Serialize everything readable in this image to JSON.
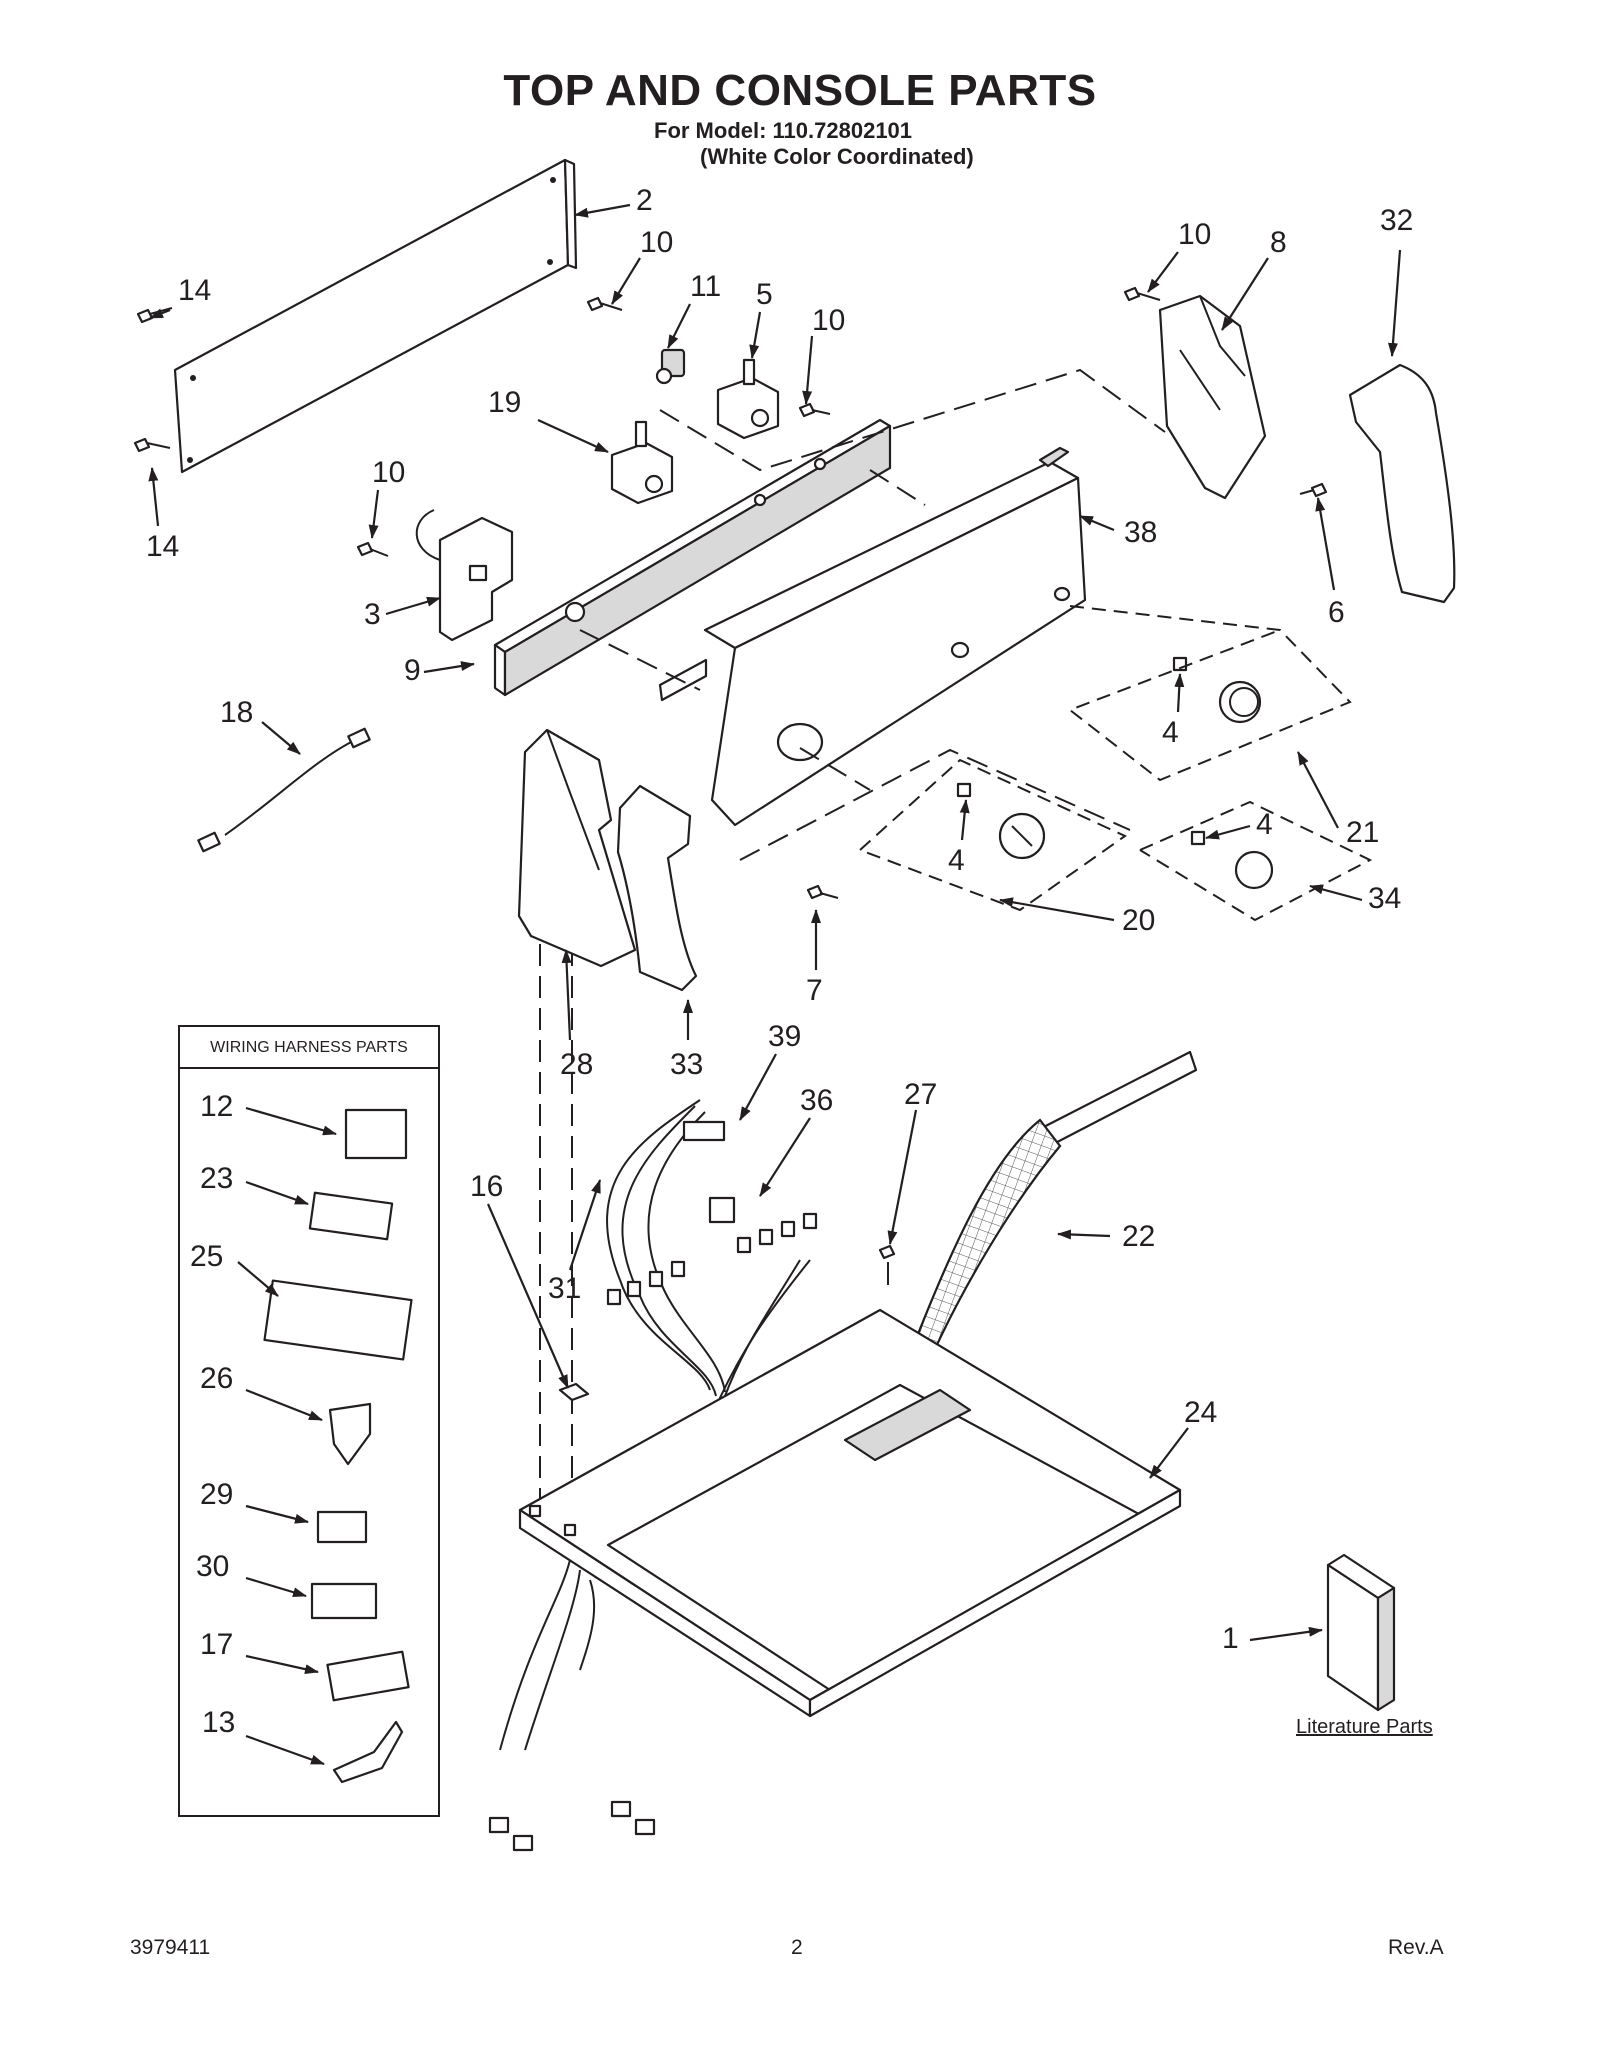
{
  "page": {
    "title": "TOP AND CONSOLE PARTS",
    "model_line": "For Model: 110.72802101",
    "color_line": "(White Color Coordinated)"
  },
  "harness_box": {
    "title": "WIRING HARNESS PARTS",
    "part_numbers": [
      "12",
      "23",
      "25",
      "26",
      "29",
      "30",
      "17",
      "13"
    ]
  },
  "literature": {
    "label": "Literature Parts",
    "part_number": "1"
  },
  "callouts": {
    "p2": "2",
    "p14a": "14",
    "p14b": "14",
    "p10a": "10",
    "p11": "11",
    "p5": "5",
    "p10b": "10",
    "p10c": "10",
    "p8": "8",
    "p32": "32",
    "p19": "19",
    "p10d": "10",
    "p3": "3",
    "p9": "9",
    "p38": "38",
    "p6": "6",
    "p4a": "4",
    "p21": "21",
    "p4b": "4",
    "p4c": "4",
    "p34": "34",
    "p20": "20",
    "p7": "7",
    "p18": "18",
    "p28": "28",
    "p33": "33",
    "p39": "39",
    "p36": "36",
    "p27": "27",
    "p16": "16",
    "p31": "31",
    "p22": "22",
    "p24": "24"
  },
  "footer": {
    "doc_number": "3979411",
    "page_number": "2",
    "revision": "Rev.A"
  }
}
